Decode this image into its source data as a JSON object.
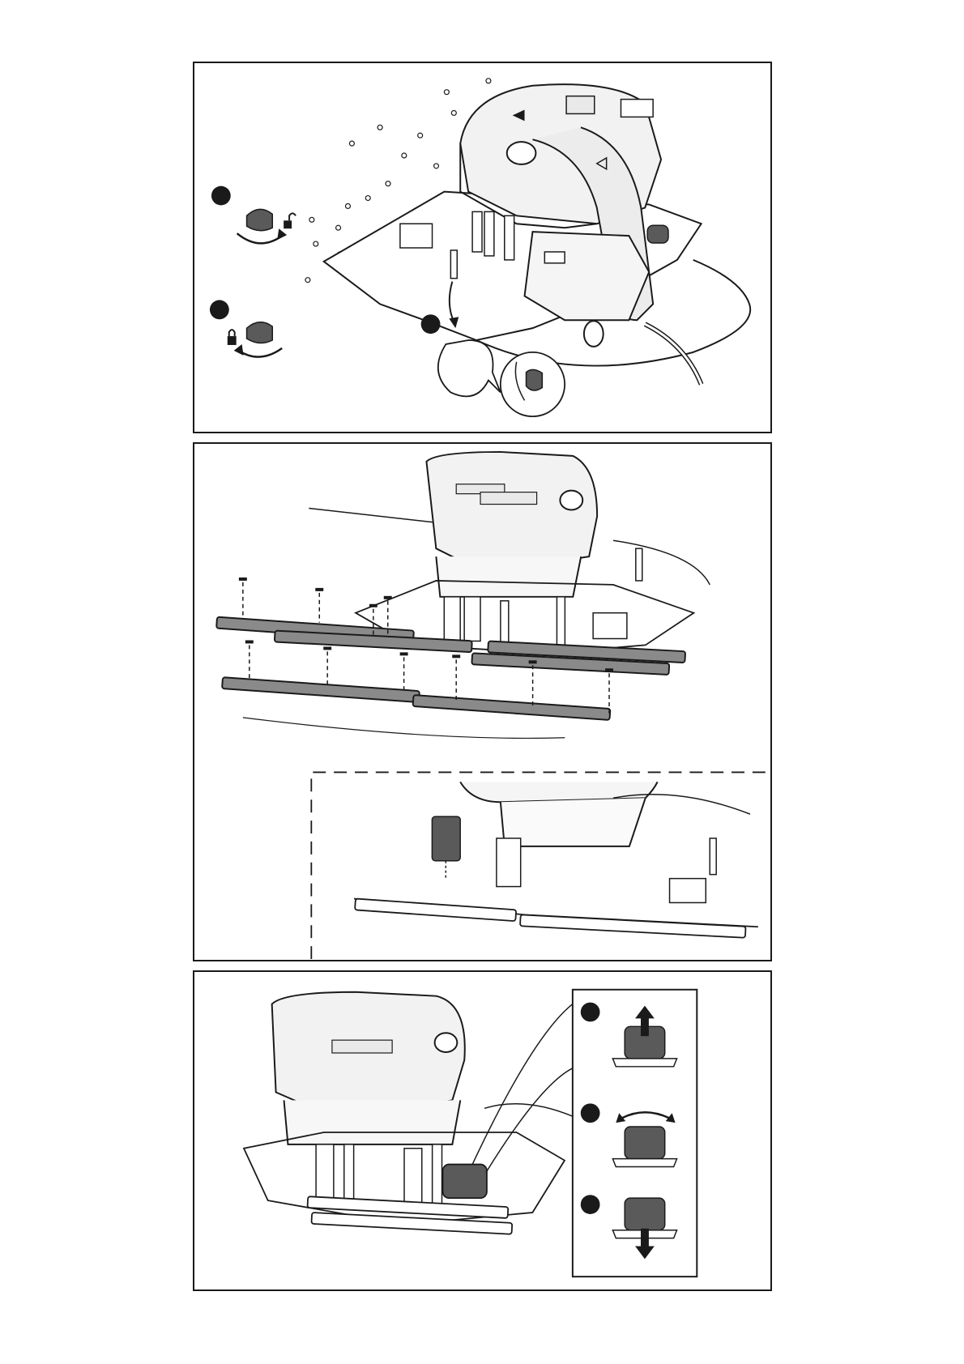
{
  "figure": {
    "panels": [
      {
        "id": "panel-1",
        "markers": 3
      },
      {
        "id": "panel-2",
        "markers": 0
      },
      {
        "id": "panel-3",
        "markers": 3
      }
    ],
    "icons": [
      "lock-icon",
      "unlock-icon",
      "arrow-up-icon",
      "arrow-down-icon",
      "rotate-arrow-icon"
    ],
    "colors": {
      "line": "#1a1a1a",
      "dark_part": "#5a5a5a",
      "medium_part": "#8a8a8a",
      "light_part": "#e9e9e9",
      "background": "#ffffff"
    }
  }
}
